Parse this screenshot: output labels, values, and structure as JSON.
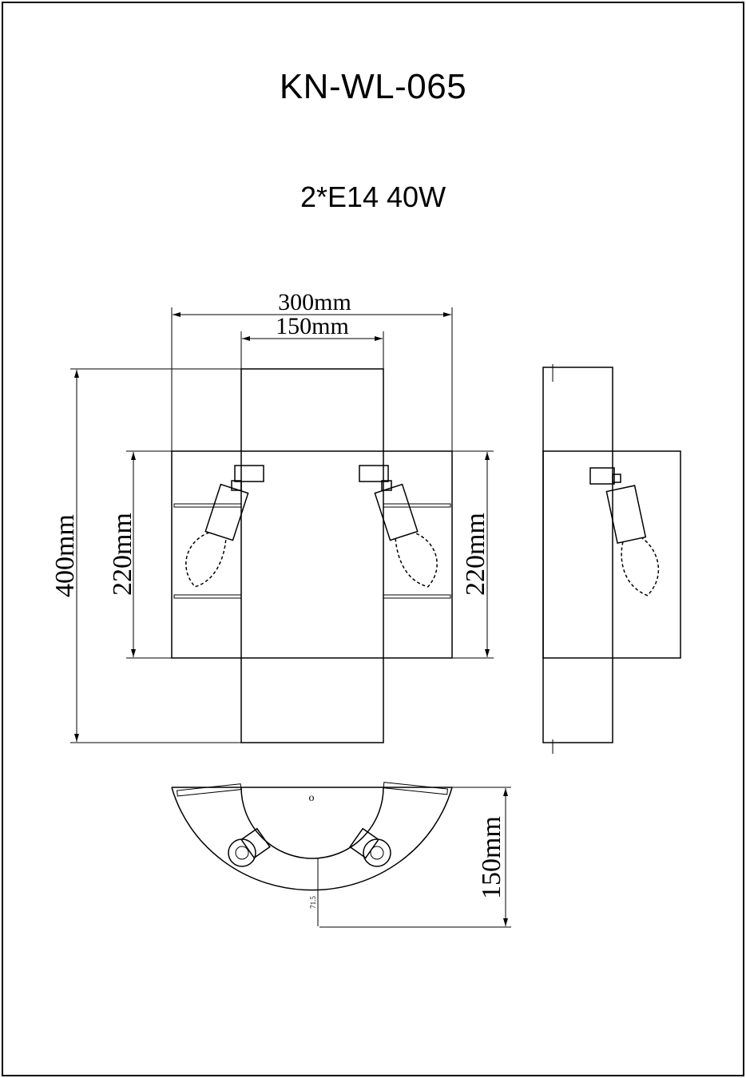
{
  "drawing": {
    "model": "KN-WL-065",
    "spec": "2*E14 40W"
  },
  "dimensions": {
    "width_total": "300mm",
    "width_center": "150mm",
    "height_total": "400mm",
    "height_shade_left": "220mm",
    "height_shade_right": "220mm",
    "depth": "150mm",
    "radius": "71.5",
    "center_mark": "o"
  },
  "colors": {
    "line": "#000000",
    "paper": "#ffffff"
  }
}
